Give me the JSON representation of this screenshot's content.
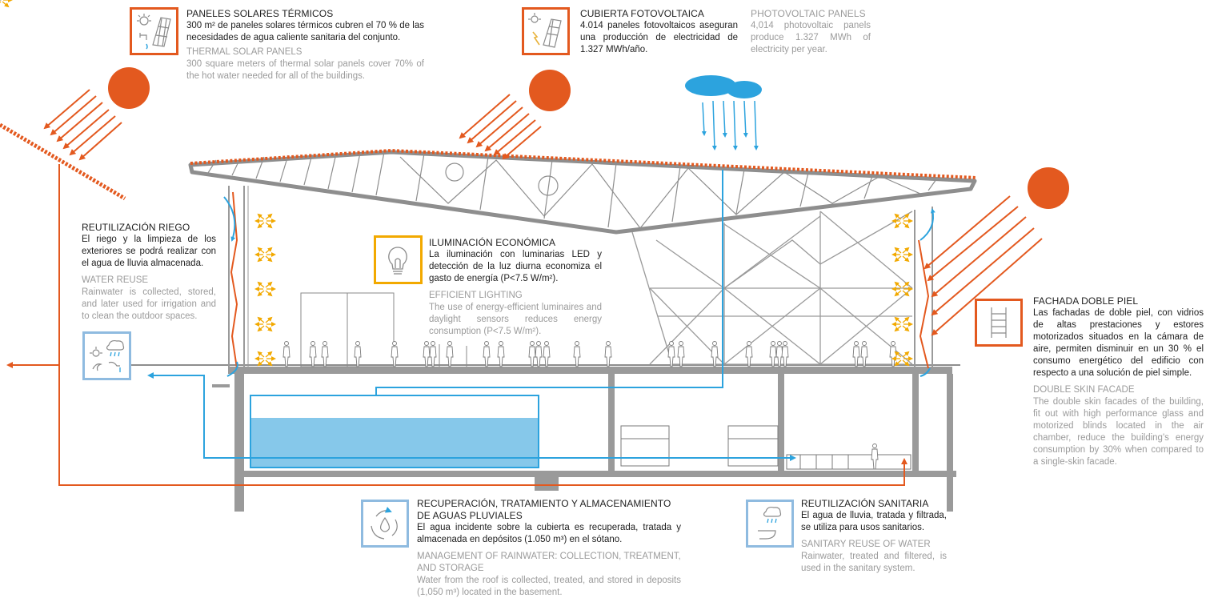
{
  "colors": {
    "orange": "#e3591f",
    "blue": "#2ca3de",
    "water": "#86c8ea",
    "yellow": "#f2a900",
    "lightblue_box": "#8fbbe0",
    "lightning_yellow": "#e8b23a",
    "structure_gray": "#9a9a9a",
    "english_text": "#9b9b9b"
  },
  "icons": [
    "sun-panel-icon",
    "lightning-panel-icon",
    "light-bulb-icon",
    "irrigation-icon",
    "double-skin-facade-icon",
    "recycle-water-drop-icon",
    "rain-toilet-icon",
    "rain-cloud-icon",
    "sun-icon"
  ],
  "blocks": {
    "thermal": {
      "title": "PANELES SOLARES TÉRMICOS",
      "text": "300 m² de paneles solares térmicos cubren el 70 % de las necesidades de agua caliente sanitaria del conjunto.",
      "title_en": "THERMAL SOLAR PANELS",
      "text_en": "300 square meters of thermal solar panels cover 70% of the hot water needed for all of the buildings."
    },
    "pv": {
      "title": "CUBIERTA FOTOVOLTAICA",
      "text": "4.014 paneles fotovoltaicos aseguran una producción de electricidad de 1.327 MWh/año.",
      "title_en": "PHOTOVOLTAIC PANELS",
      "text_en": "4,014 photovoltaic panels produce 1.327 MWh of electricity per year."
    },
    "reuse": {
      "title": "REUTILIZACIÓN RIEGO",
      "text": "El riego y la limpieza de los exteriores se podrá realizar con el agua de lluvia almacenada.",
      "title_en": "WATER REUSE",
      "text_en": "Rainwater is collected, stored, and later used for irrigation and to clean the outdoor spaces."
    },
    "lighting": {
      "title": "ILUMINACIÓN ECONÓMICA",
      "text": "La iluminación con luminarias LED y detección de la luz diurna economiza el gasto de energía (P<7.5 W/m²).",
      "title_en": "EFFICIENT LIGHTING",
      "text_en": "The use of energy-efficient luminaires and daylight sensors reduces energy consumption (P<7.5 W/m²)."
    },
    "facade": {
      "title": "FACHADA DOBLE PIEL",
      "text": "Las fachadas de doble piel, con vidrios de altas prestaciones y estores motorizados situados en la cámara de aire, permiten disminuir en un 30 % el consumo energético del edificio con respecto a una solución de piel simple.",
      "title_en": "DOUBLE SKIN FACADE",
      "text_en": "The double skin facades of the building, fit out with high performance glass and motorized blinds located in the air chamber, reduce the building's energy consumption by 30% when compared to a single-skin facade."
    },
    "rainwater": {
      "title": "RECUPERACIÓN, TRATAMIENTO Y ALMACENAMIENTO DE AGUAS PLUVIALES",
      "text": "El agua incidente sobre la cubierta es recuperada, tratada y almacenada en depósitos (1.050 m³) en el sótano.",
      "title_en": "MANAGEMENT OF RAINWATER: COLLECTION, TREATMENT, AND STORAGE",
      "text_en": "Water from the roof is collected, treated, and stored in deposits (1,050 m³) located in the basement."
    },
    "sanitary": {
      "title": "REUTILIZACIÓN SANITARIA",
      "text": "El agua de lluvia, tratada y filtrada, se utiliza para usos sanitarios.",
      "title_en": "SANITARY REUSE OF WATER",
      "text_en": "Rainwater, treated and filtered, is used in the sanitary system."
    }
  }
}
